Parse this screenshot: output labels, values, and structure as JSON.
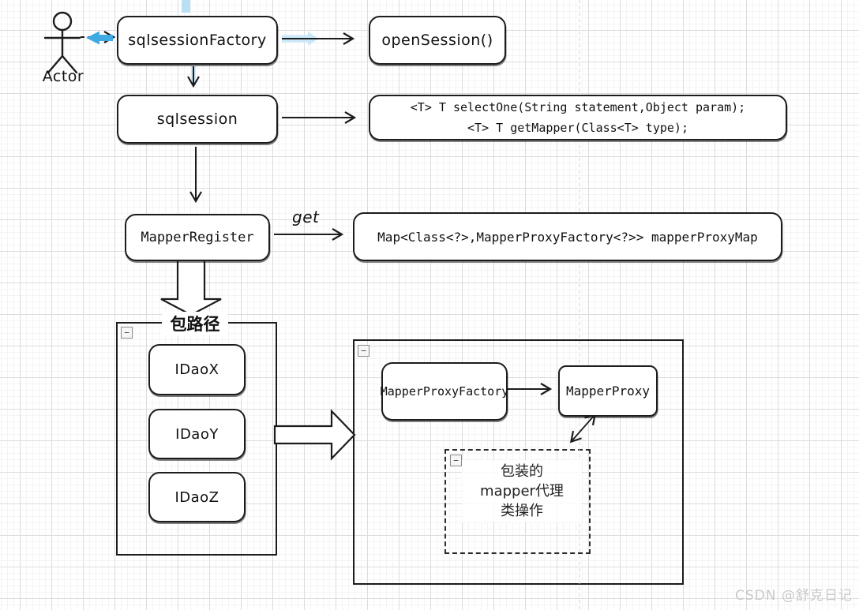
{
  "diagram": {
    "actor": {
      "label": "Actor"
    },
    "flow": {
      "sqlsession_factory": "sqlsessionFactory",
      "open_session": "openSession()",
      "sqlsession": "sqlsession",
      "session_api": {
        "line1": "<T> T selectOne(String statement,Object param);",
        "line2": "<T> T getMapper(Class<T> type);"
      },
      "mapper_register": "MapperRegister",
      "get_label": "get",
      "mapper_proxy_map": "Map<Class<?>,MapperProxyFactory<?>> mapperProxyMap"
    },
    "package_group": {
      "title": "包路径",
      "collapse_glyph": "−",
      "items": [
        "IDaoX",
        "IDaoY",
        "IDaoZ"
      ]
    },
    "proxy_group": {
      "factory": "MapperProxyFactory",
      "proxy": "MapperProxy",
      "wrapped": {
        "line1": "包装的",
        "line2": "mapper代理",
        "line3": "类操作"
      }
    },
    "watermark": "CSDN @舒克日记"
  },
  "colors": {
    "stroke": "#1c1c1c",
    "accent_blue": "#3ea9e2",
    "light_blue": "#c9e7f8",
    "grid_major": "#dcdce0",
    "grid_minor": "#f4f4f6",
    "watermark_gray": "#c7c7c7"
  }
}
